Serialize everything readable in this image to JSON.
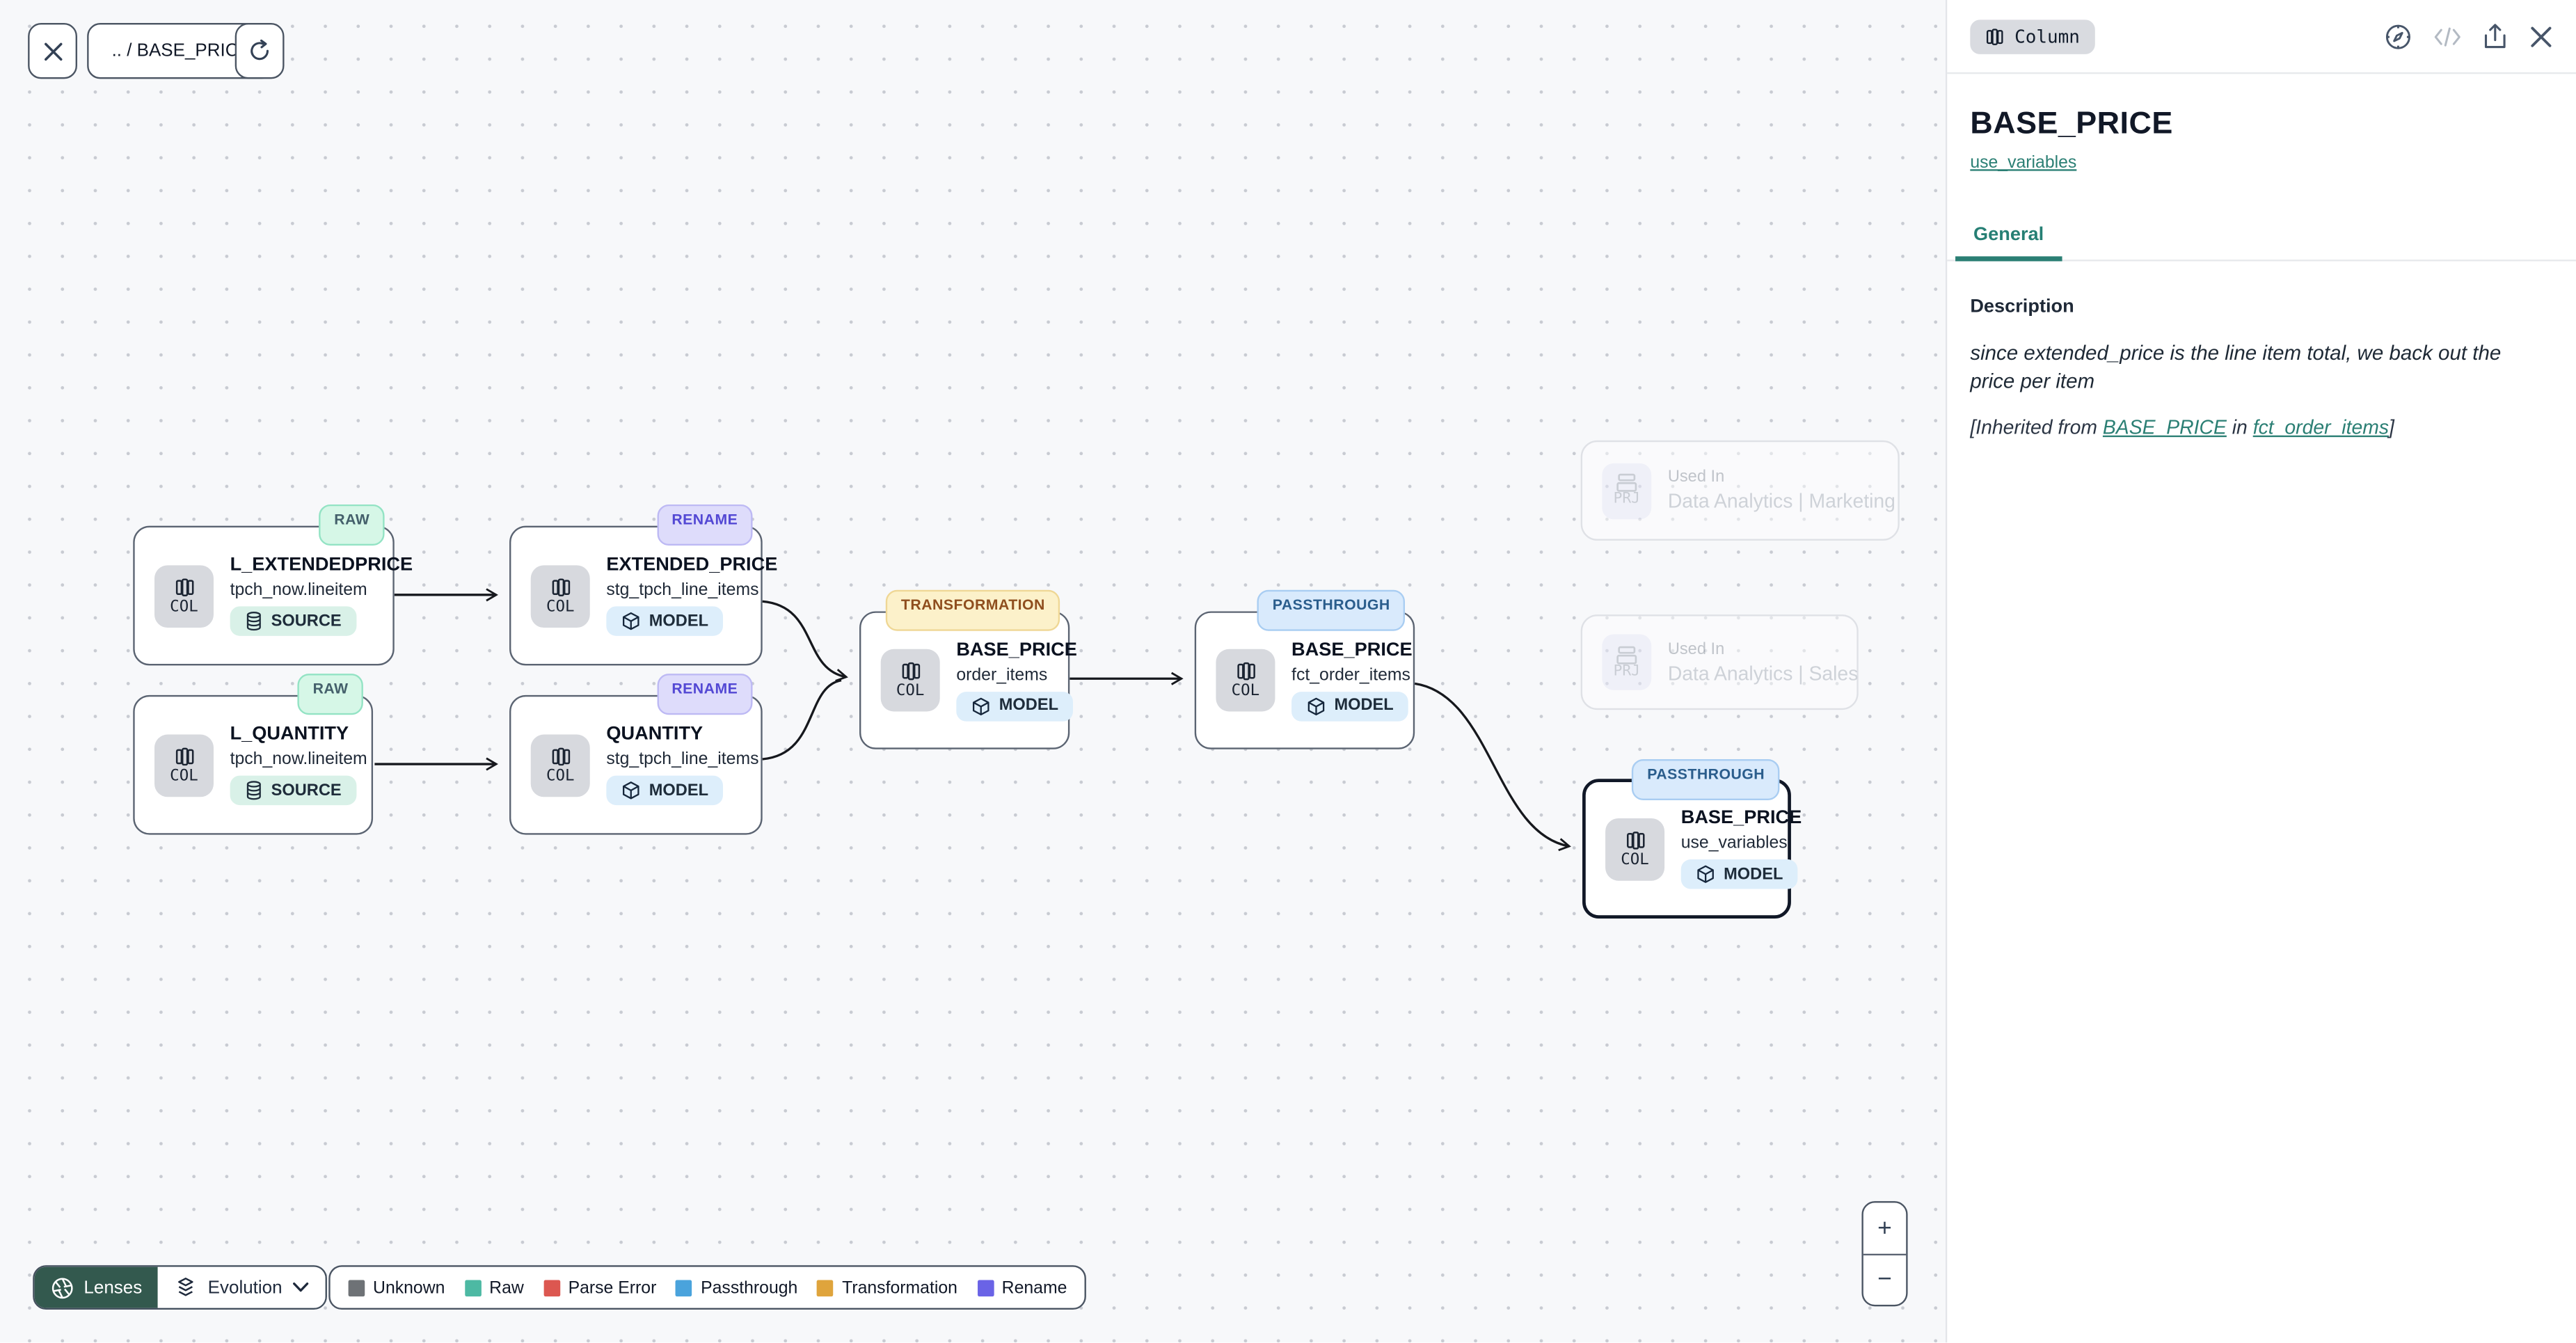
{
  "toolbar": {
    "breadcrumb": ".. / BASE_PRICE"
  },
  "labels": {
    "col": "COL",
    "prj": "PRJ"
  },
  "graph": {
    "nodes": [
      {
        "badge": "RAW",
        "title": "L_EXTENDEDPRICE",
        "subtitle": "tpch_now.lineitem",
        "chip": "SOURCE"
      },
      {
        "badge": "RENAME",
        "title": "EXTENDED_PRICE",
        "subtitle": "stg_tpch_line_items",
        "chip": "MODEL"
      },
      {
        "badge": "RAW",
        "title": "L_QUANTITY",
        "subtitle": "tpch_now.lineitem",
        "chip": "SOURCE"
      },
      {
        "badge": "RENAME",
        "title": "QUANTITY",
        "subtitle": "stg_tpch_line_items",
        "chip": "MODEL"
      },
      {
        "badge": "TRANSFORMATION",
        "title": "BASE_PRICE",
        "subtitle": "order_items",
        "chip": "MODEL"
      },
      {
        "badge": "PASSTHROUGH",
        "title": "BASE_PRICE",
        "subtitle": "fct_order_items",
        "chip": "MODEL"
      },
      {
        "badge": "PASSTHROUGH",
        "title": "BASE_PRICE",
        "subtitle": "use_variables",
        "chip": "MODEL"
      }
    ],
    "ghosts": [
      {
        "label": "Used In",
        "title": "Data Analytics | Marketing"
      },
      {
        "label": "Used In",
        "title": "Data Analytics | Sales"
      }
    ]
  },
  "lenses": {
    "button_label": "Lenses",
    "selected_lens": "Evolution"
  },
  "legend": {
    "items": [
      {
        "label": "Unknown",
        "color": "#6e7276"
      },
      {
        "label": "Raw",
        "color": "#4db9a3"
      },
      {
        "label": "Parse Error",
        "color": "#dc5750"
      },
      {
        "label": "Passthrough",
        "color": "#4aa3dc"
      },
      {
        "label": "Transformation",
        "color": "#dfa43c"
      },
      {
        "label": "Rename",
        "color": "#6a63e6"
      }
    ]
  },
  "zoom_controls": {
    "zoom_in": "+",
    "zoom_out": "−"
  },
  "panel": {
    "type_badge": "Column",
    "title": "BASE_PRICE",
    "subtitle_link": "use_variables",
    "tabs": [
      {
        "label": "General"
      }
    ],
    "description_label": "Description",
    "description_text": "since extended_price is the line item total, we back out the price per item",
    "inherited_prefix": "[Inherited from ",
    "inherited_link1": "BASE_PRICE",
    "inherited_mid": " in ",
    "inherited_link2": "fct_order_items",
    "inherited_suffix": "]"
  },
  "colors": {
    "accent_teal": "#2b7f74",
    "lenses_button_bg": "#33594e",
    "canvas_bg": "#f7f8fa"
  }
}
